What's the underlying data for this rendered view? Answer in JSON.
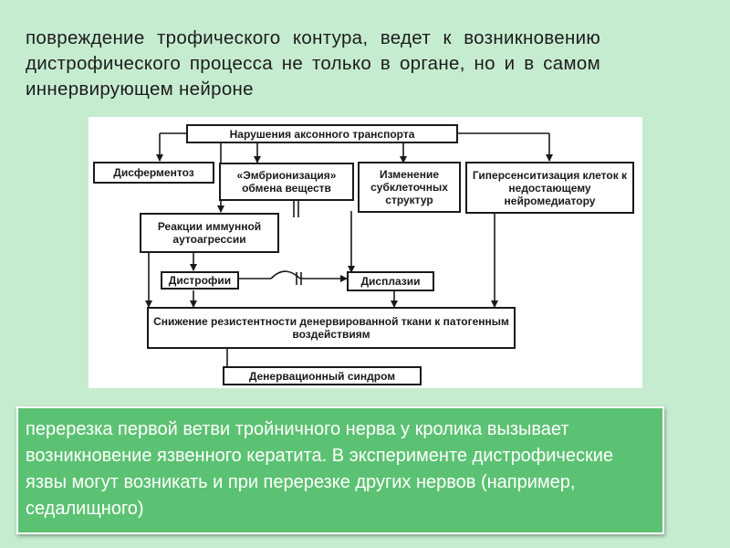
{
  "intro_text": "повреждение трофического контура, ведет к возникновению дистрофического процесса не только в органе, но и в самом иннервирующем нейроне",
  "diagram": {
    "boxes": {
      "axon_transport": "Нарушения аксонного транспорта",
      "disfermentoz": "Дисферментоз",
      "embryonization": "«Эмбрионизация» обмена веществ",
      "subcellular": "Изменение субклеточных структур",
      "hypersensitization": "Гиперсенситизация клеток к недостающему нейромедиатору",
      "immune": "Реакции иммунной аутоагрессии",
      "dystrophy": "Дистрофии",
      "dysplasia": "Дисплазии",
      "resistance": "Снижение резистентности денервированной ткани к патогенным воздействиям",
      "denervation": "Денервационный синдром"
    }
  },
  "note_text": "перерезка первой ветви тройничного нерва у кролика вызывает возникновение язвенного кератита. В эксперименте дистрофические язвы могут возникать и при перерезке других нервов (например, седалищного)",
  "colors": {
    "background": "#c6ecd0",
    "note_background": "#5cc273",
    "diagram_line": "#1a1a1a"
  }
}
